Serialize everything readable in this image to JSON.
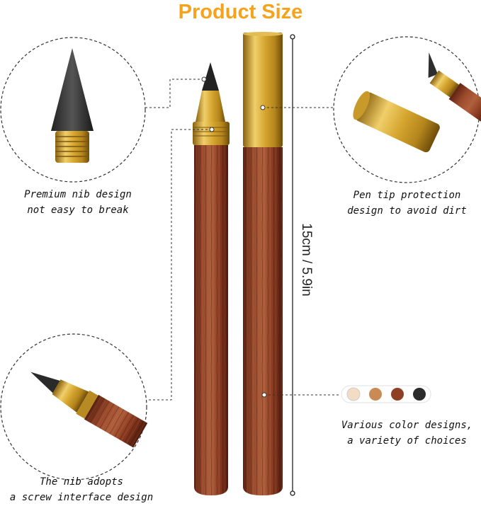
{
  "title": "Product Size",
  "dimension": "15cm / 5.9in",
  "captions": {
    "nib_line1": "Premium nib design",
    "nib_line2": "not easy to break",
    "cap_line1": "Pen tip protection",
    "cap_line2": "design to avoid dirt",
    "screw_line1": "The nib adopts",
    "screw_line2": "a screw interface design",
    "color_line1": "Various color designs,",
    "color_line2": "a variety of choices"
  },
  "colors": {
    "title": "#f5a21c",
    "wood": "#8a3a22",
    "gold": "#d4a72c",
    "swatches": [
      "#f3dcc4",
      "#c98a55",
      "#8f3f24",
      "#2b2b2b"
    ]
  }
}
